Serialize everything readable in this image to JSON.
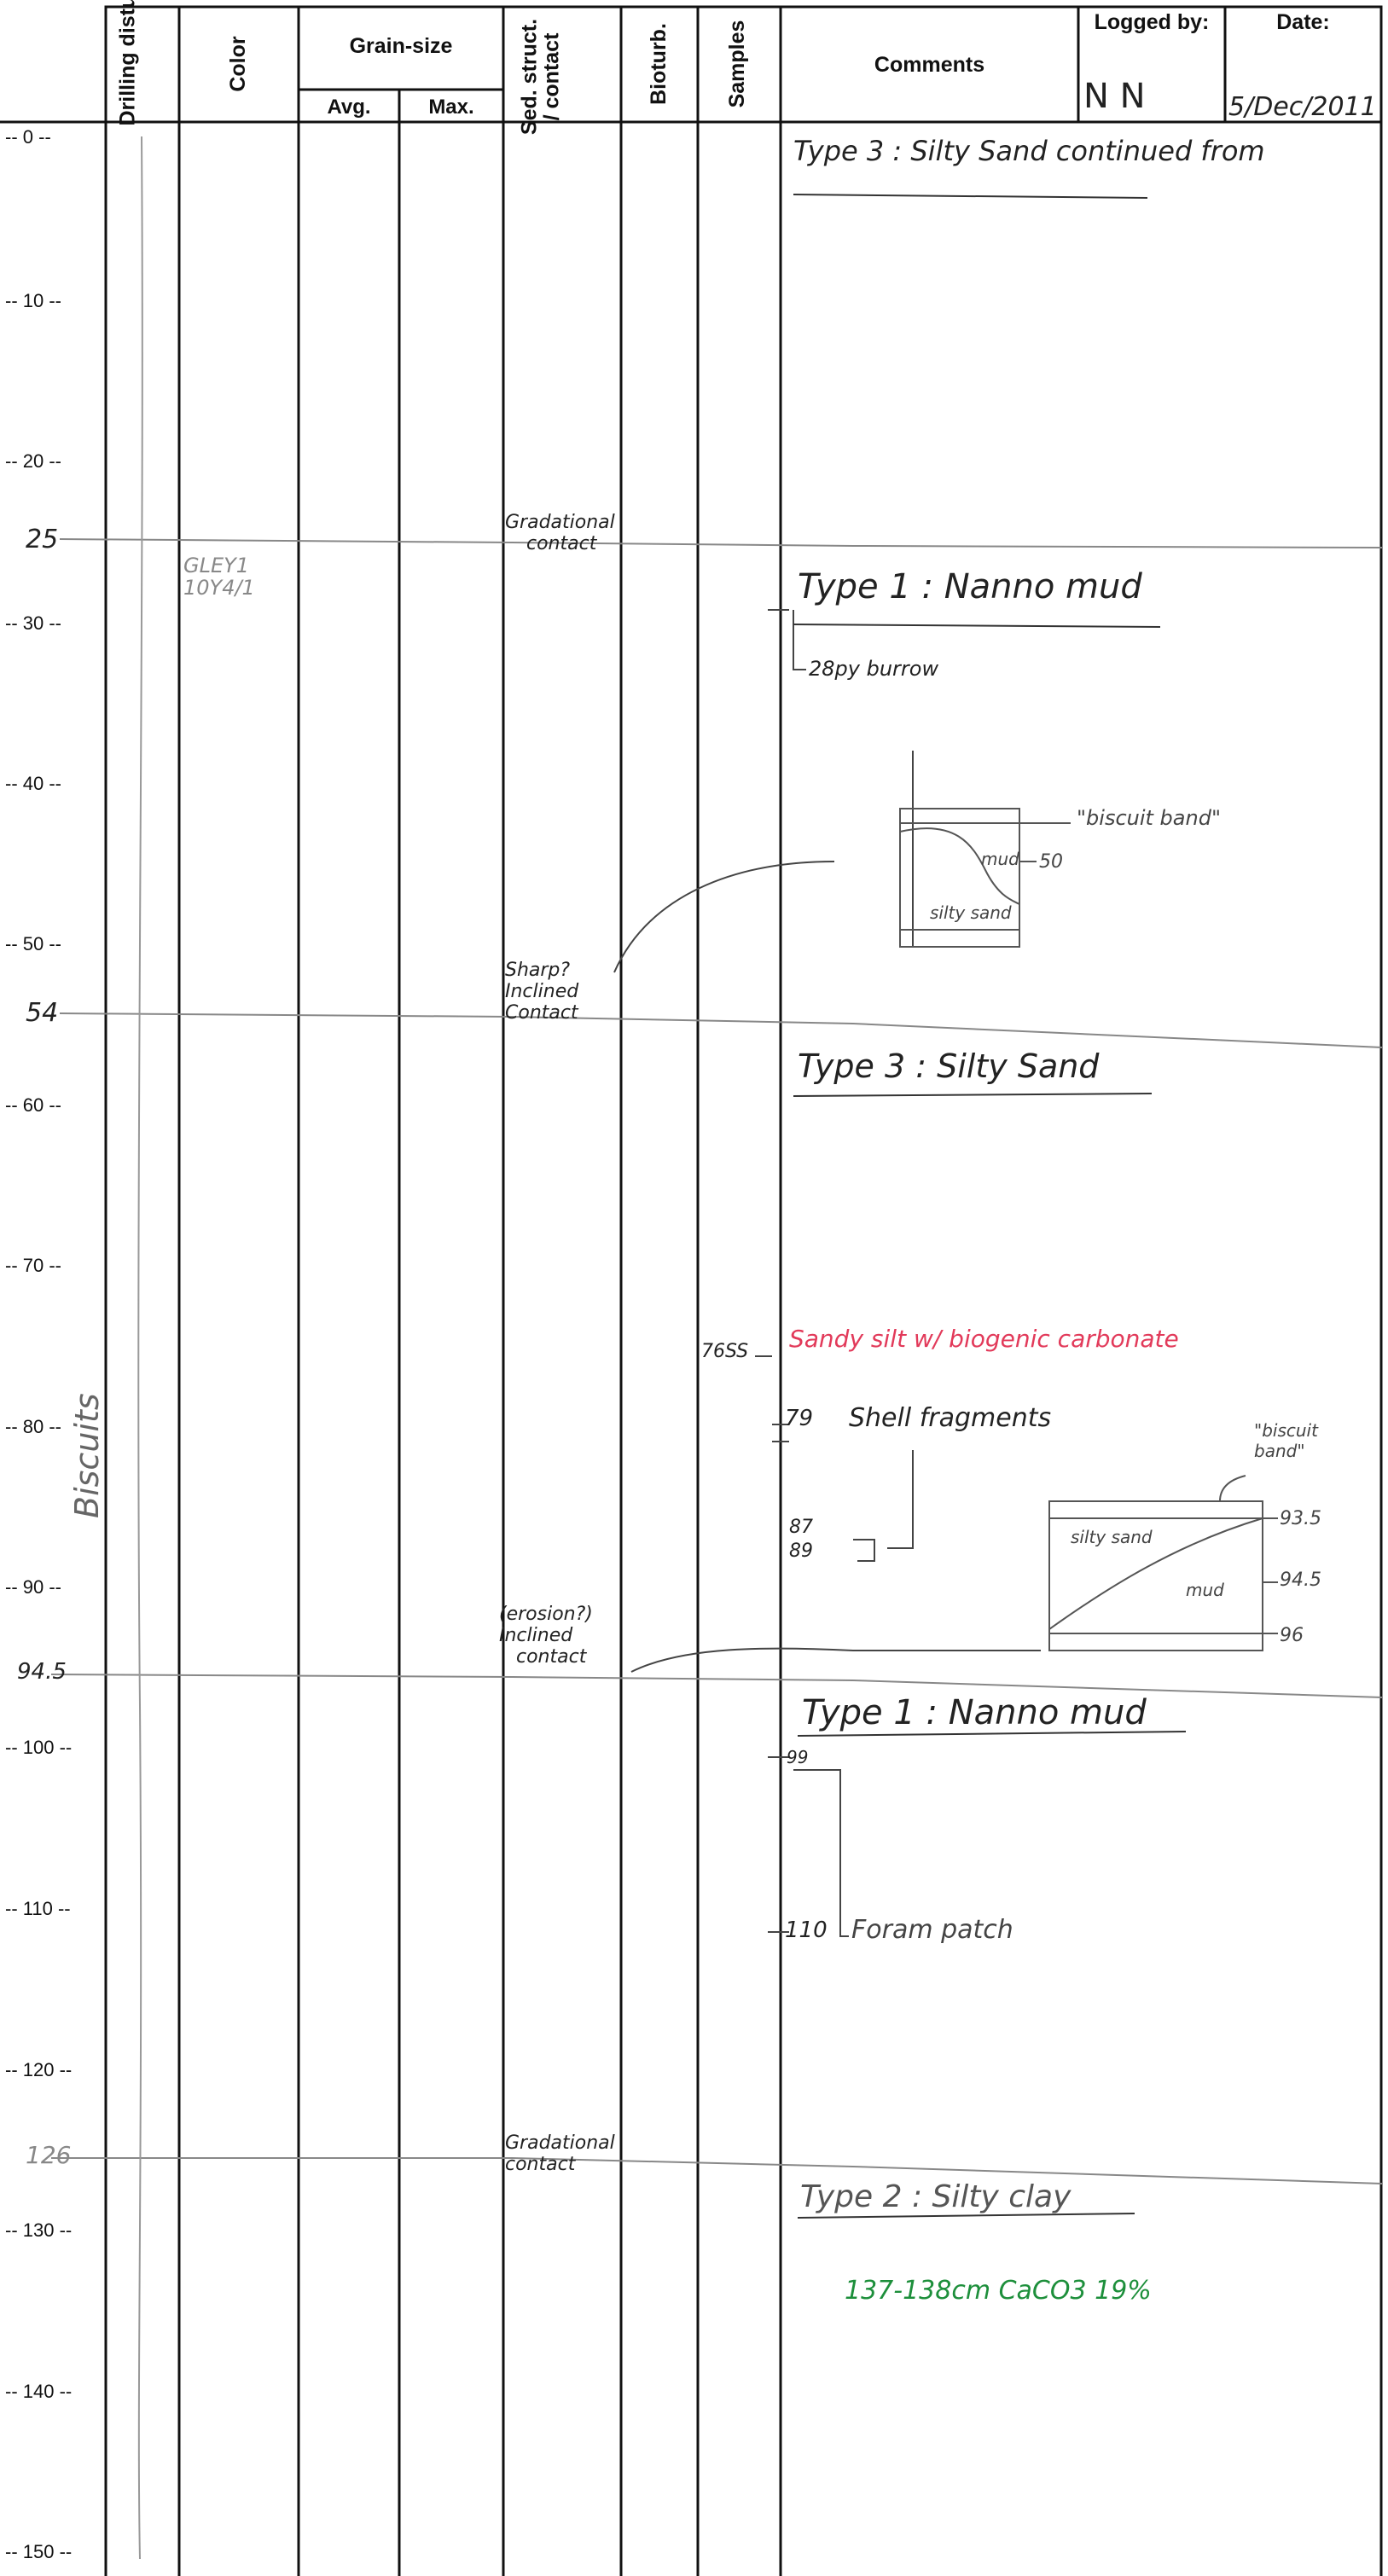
{
  "header": {
    "drilling": "Drilling disturb.",
    "color": "Color",
    "grain_size": "Grain-size",
    "avg": "Avg.",
    "max": "Max.",
    "sed": "Sed. struct. / contact",
    "bioturb": "Bioturb.",
    "samples": "Samples",
    "comments": "Comments",
    "logged_by_label": "Logged by:",
    "logged_by_value": "N N",
    "date_label": "Date:",
    "date_value": "5/Dec/2011"
  },
  "depth_ticks": [
    "-- 0 --",
    "-- 10 --",
    "-- 20 --",
    "-- 30 --",
    "-- 40 --",
    "-- 50 --",
    "-- 60 --",
    "-- 70 --",
    "-- 80 --",
    "-- 90 --",
    "-- 100 --",
    "-- 110 --",
    "-- 120 --",
    "-- 130 --",
    "-- 140 --",
    "-- 150 --"
  ],
  "boundary_labels": [
    "25",
    "54",
    "94.5",
    "126"
  ],
  "drilling_note": "Biscuits",
  "color_note": "GLEY1 10Y4/1",
  "sed_notes": {
    "c25": [
      "Gradational",
      "contact"
    ],
    "c54": [
      "Sharp?",
      "Inclined",
      "Contact"
    ],
    "c94": [
      "(erosion?)",
      "Inclined",
      "contact"
    ],
    "c126": [
      "Gradational",
      "contact"
    ]
  },
  "samples": {
    "s76": "76SS"
  },
  "comments": {
    "type3_cont": "Type 3 : Silty Sand continued from",
    "type1a": "Type 1 : Nanno mud",
    "burrow": "28py burrow",
    "sketch1_biscuit": "\"biscuit band\"",
    "sketch1_mud": "mud",
    "sketch1_sand": "silty sand",
    "sketch1_depth": "50",
    "type3": "Type 3 : Silty Sand",
    "sandy_silt": "Sandy silt w/ biogenic carbonate",
    "shell_depth": "79",
    "shell": "Shell fragments",
    "d87": "87",
    "d89": "89",
    "sketch2_biscuit": "\"biscuit band\"",
    "sketch2_sand": "silty sand",
    "sketch2_mud": "mud",
    "sketch2_d1": "93.5",
    "sketch2_d2": "94.5",
    "sketch2_d3": "96",
    "type1b": "Type 1 : Nanno mud",
    "d99": "99",
    "d110": "110",
    "foram": "Foram patch",
    "type2": "Type 2 : Silty clay",
    "caco3": "137-138cm CaCO3 19%"
  },
  "colors": {
    "red_ink": "#e23a5a",
    "green_ink": "#1d8f3b",
    "pencil": "#777777"
  }
}
